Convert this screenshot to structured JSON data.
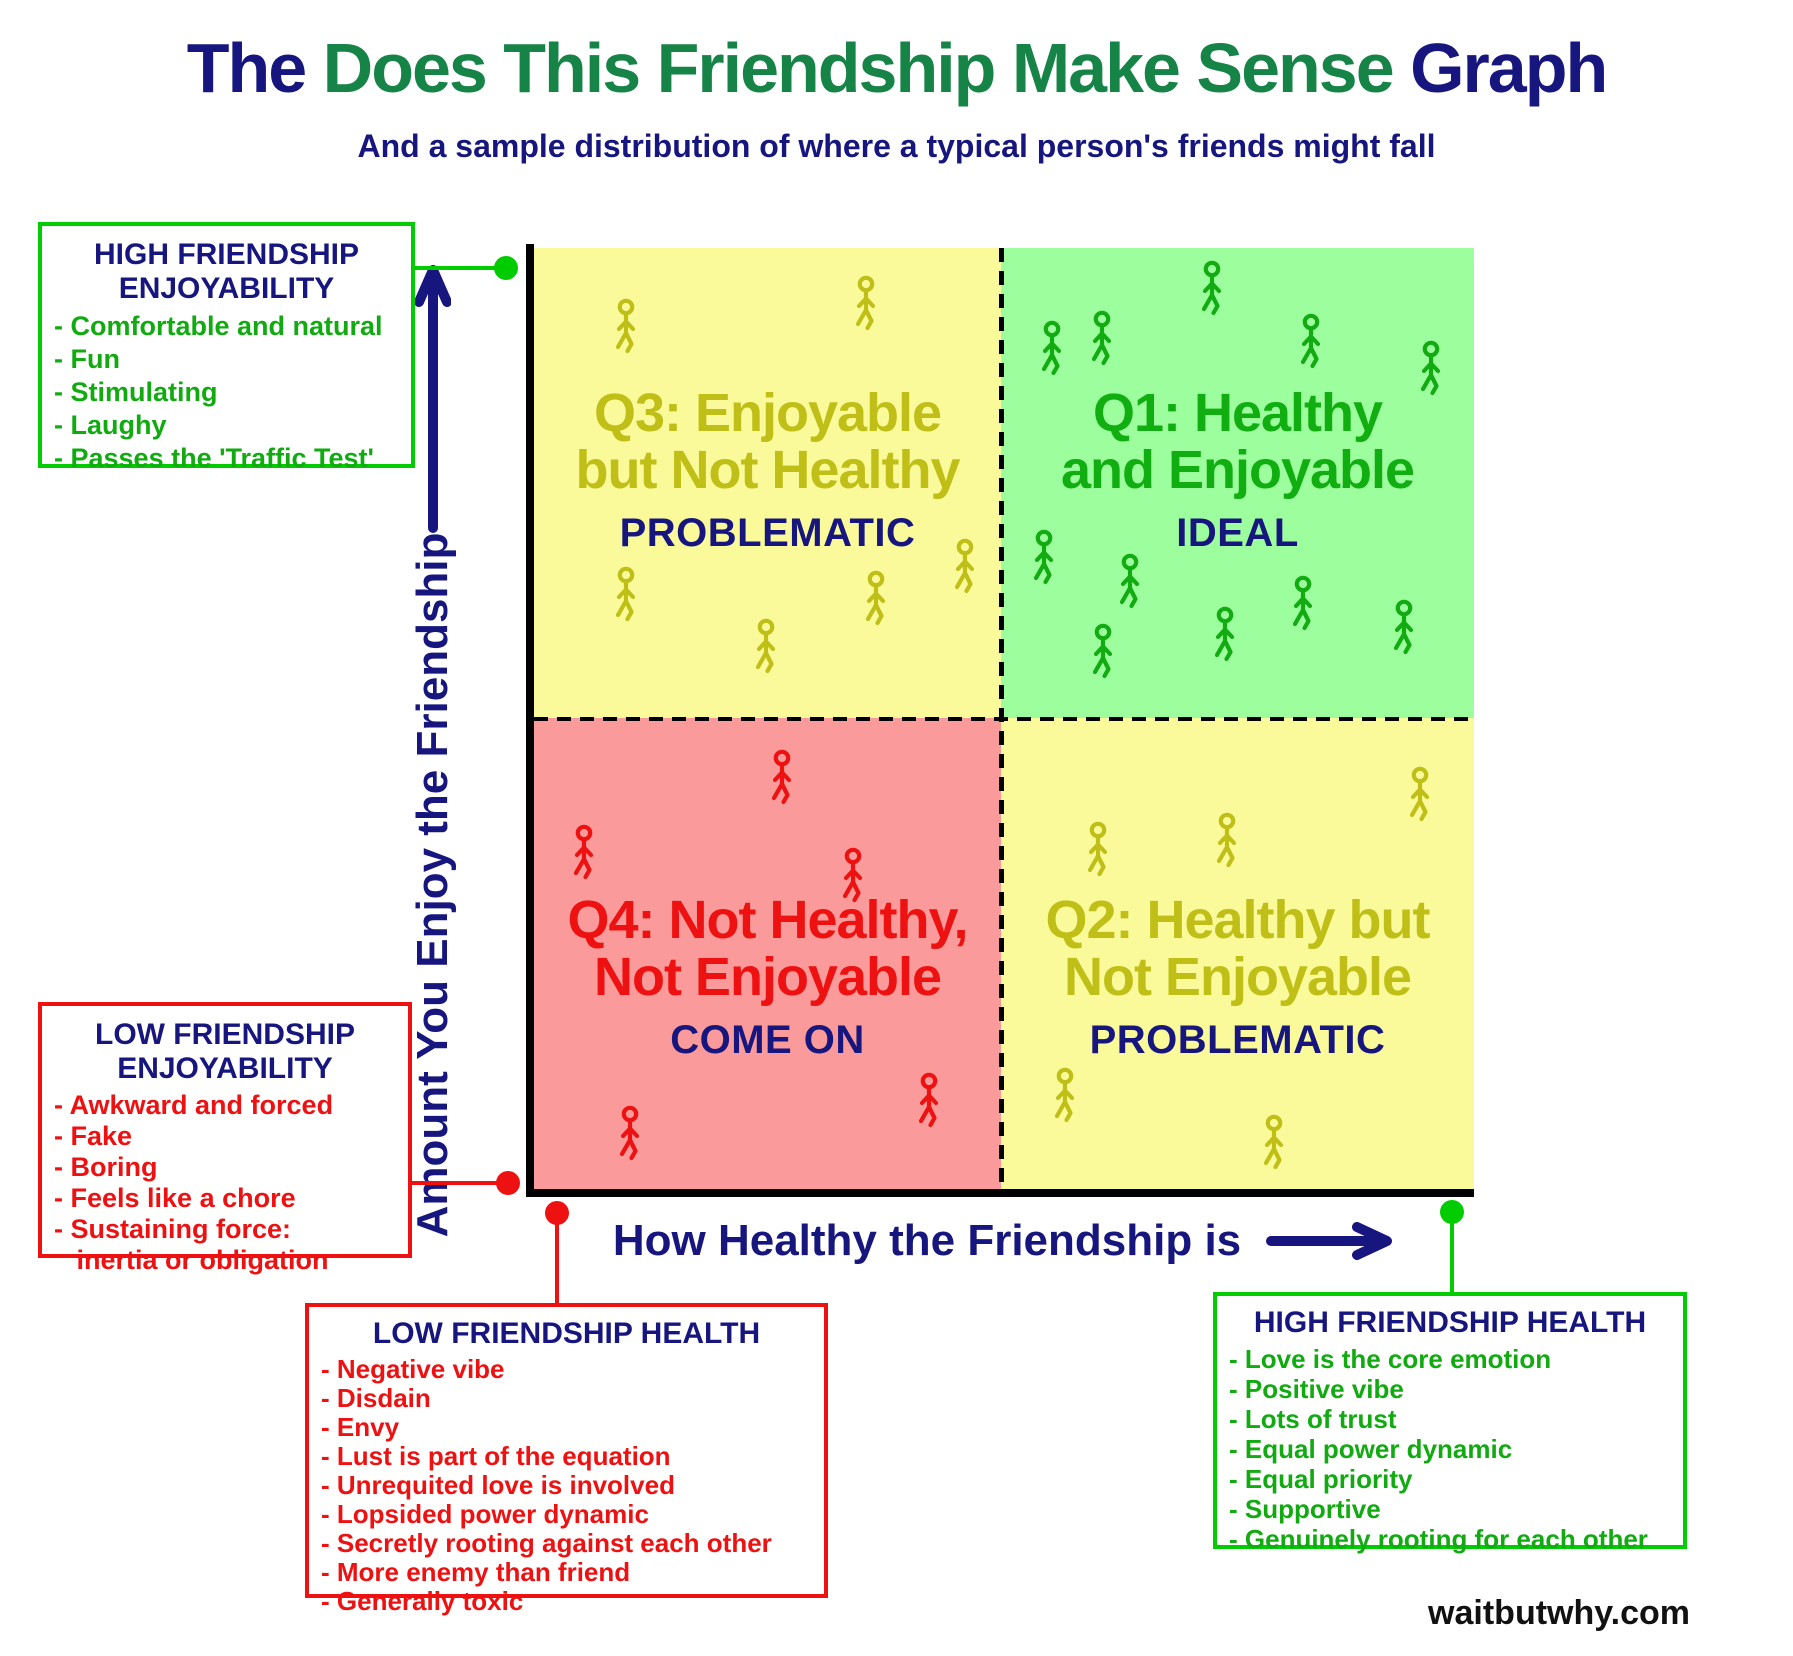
{
  "title": {
    "part1": "The ",
    "part2": "Does This Friendship Make Sense",
    "part3": " Graph"
  },
  "subtitle": "And a sample distribution of where a typical person's friends might fall",
  "watermark": "waitbutwhy.com",
  "axes": {
    "x_label": "How Healthy the Friendship is",
    "y_label": "Amount You Enjoy the Friendship"
  },
  "callouts": {
    "high_enjoyability": {
      "heading_line1": "HIGH FRIENDSHIP",
      "heading_line2": "ENJOYABILITY",
      "items": [
        "- Comfortable and natural",
        "- Fun",
        "- Stimulating",
        "- Laughy",
        "- Passes the 'Traffic Test'"
      ]
    },
    "low_enjoyability": {
      "heading_line1": "LOW FRIENDSHIP",
      "heading_line2": "ENJOYABILITY",
      "items": [
        "- Awkward and forced",
        "- Fake",
        "- Boring",
        "- Feels like a chore",
        "- Sustaining force:",
        "   inertia or obligation"
      ]
    },
    "low_health": {
      "heading_line1": "LOW FRIENDSHIP HEALTH",
      "items": [
        "- Negative vibe",
        "- Disdain",
        "- Envy",
        "- Lust is part of the equation",
        "- Unrequited love is involved",
        "- Lopsided power dynamic",
        "- Secretly rooting against each other",
        "- More enemy than friend",
        "- Generally toxic"
      ]
    },
    "high_health": {
      "heading_line1": "HIGH FRIENDSHIP HEALTH",
      "items": [
        "- Love is the core emotion",
        "- Positive vibe",
        "- Lots of trust",
        "- Equal power dynamic",
        "- Equal priority",
        "- Supportive",
        "- Genuinely rooting for each other"
      ]
    }
  },
  "chart_data": {
    "type": "scatter",
    "title": "The Does This Friendship Make Sense Graph",
    "subtitle": "And a sample distribution of where a typical person's friends might fall",
    "xlabel": "How Healthy the Friendship is",
    "ylabel": "Amount You Enjoy the Friendship",
    "x_range": [
      0,
      100
    ],
    "y_range": [
      0,
      100
    ],
    "grid": false,
    "quadrants": [
      {
        "id": "q3",
        "position": "top-left",
        "title_line1": "Q3: Enjoyable",
        "title_line2": "but Not Healthy",
        "caption": "PROBLEMATIC",
        "bg": "#FAFA9A",
        "text_color": "#BFBF18"
      },
      {
        "id": "q1",
        "position": "top-right",
        "title_line1": "Q1: Healthy",
        "title_line2": "and Enjoyable",
        "caption": "IDEAL",
        "bg": "#9DFE9D",
        "text_color": "#10AE10"
      },
      {
        "id": "q4",
        "position": "bottom-left",
        "title_line1": "Q4: Not Healthy,",
        "title_line2": "Not Enjoyable",
        "caption": "COME ON",
        "bg": "#FA9A9A",
        "text_color": "#EE1111"
      },
      {
        "id": "q2",
        "position": "bottom-right",
        "title_line1": "Q2: Healthy but",
        "title_line2": "Not Enjoyable",
        "caption": "PROBLEMATIC",
        "bg": "#FAFA9A",
        "text_color": "#BFBF18"
      }
    ],
    "figure_colors": {
      "q3": "#BFBF18",
      "q1": "#12AB12",
      "q4": "#EE1111",
      "q2": "#BFBF18"
    },
    "figures": [
      {
        "quadrant": "q3",
        "x": 9.8,
        "y": 91.7
      },
      {
        "quadrant": "q3",
        "x": 35.3,
        "y": 94.2
      },
      {
        "quadrant": "q3",
        "x": 9.8,
        "y": 63.2
      },
      {
        "quadrant": "q3",
        "x": 24.7,
        "y": 57.7
      },
      {
        "quadrant": "q3",
        "x": 36.4,
        "y": 62.8
      },
      {
        "quadrant": "q3",
        "x": 45.9,
        "y": 66.2
      },
      {
        "quadrant": "q1",
        "x": 55.1,
        "y": 89.4
      },
      {
        "quadrant": "q1",
        "x": 60.4,
        "y": 90.4
      },
      {
        "quadrant": "q1",
        "x": 72.1,
        "y": 95.7
      },
      {
        "quadrant": "q1",
        "x": 82.7,
        "y": 90.1
      },
      {
        "quadrant": "q1",
        "x": 95.4,
        "y": 87.2
      },
      {
        "quadrant": "q1",
        "x": 54.3,
        "y": 67.2
      },
      {
        "quadrant": "q1",
        "x": 63.4,
        "y": 64.6
      },
      {
        "quadrant": "q1",
        "x": 60.5,
        "y": 57.2
      },
      {
        "quadrant": "q1",
        "x": 73.5,
        "y": 59.0
      },
      {
        "quadrant": "q1",
        "x": 81.8,
        "y": 62.3
      },
      {
        "quadrant": "q1",
        "x": 92.6,
        "y": 59.7
      },
      {
        "quadrant": "q4",
        "x": 26.4,
        "y": 43.8
      },
      {
        "quadrant": "q4",
        "x": 5.3,
        "y": 35.8
      },
      {
        "quadrant": "q4",
        "x": 33.9,
        "y": 33.4
      },
      {
        "quadrant": "q4",
        "x": 42.0,
        "y": 9.5
      },
      {
        "quadrant": "q4",
        "x": 10.2,
        "y": 6.0
      },
      {
        "quadrant": "q2",
        "x": 94.3,
        "y": 42.0
      },
      {
        "quadrant": "q2",
        "x": 60.0,
        "y": 36.1
      },
      {
        "quadrant": "q2",
        "x": 73.7,
        "y": 37.1
      },
      {
        "quadrant": "q2",
        "x": 56.5,
        "y": 10.0
      },
      {
        "quadrant": "q2",
        "x": 78.7,
        "y": 5.0
      }
    ]
  },
  "colors": {
    "navy": "#16167E",
    "title_green": "#168347",
    "bright_green": "#00CC00",
    "item_green": "#11AB11",
    "red": "#EE1111",
    "olive": "#BFBF18",
    "q1_green": "#10AE10",
    "yellow_bg": "#FAFA9A",
    "green_bg": "#9DFE9D",
    "pink_bg": "#FA9A9A",
    "axis_black": "#000000"
  }
}
